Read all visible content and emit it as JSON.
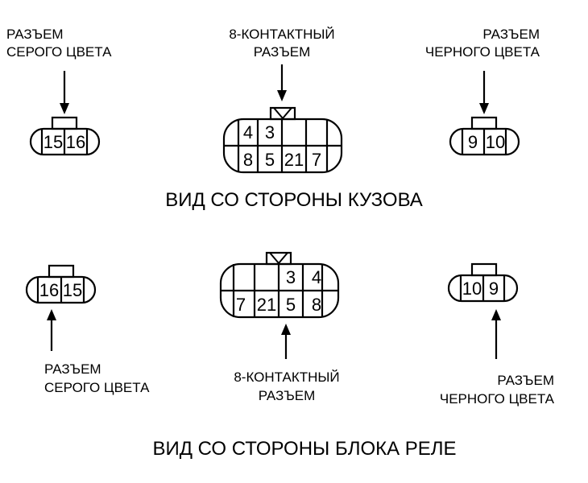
{
  "body_view": {
    "caption": "ВИД СО СТОРОНЫ КУЗОВА",
    "gray": {
      "label_line1": "РАЗЪЕМ",
      "label_line2": "СЕРОГО ЦВЕТА",
      "pins": [
        "15",
        "16"
      ]
    },
    "eight": {
      "label_line1": "8-КОНТАКТНЫЙ",
      "label_line2": "РАЗЪЕМ",
      "top_pins": [
        "4",
        "3",
        "",
        ""
      ],
      "bottom_pins": [
        "8",
        "5",
        "21",
        "7"
      ]
    },
    "black": {
      "label_line1": "РАЗЪЕМ",
      "label_line2": "ЧЕРНОГО ЦВЕТА",
      "pins": [
        "9",
        "10"
      ]
    }
  },
  "relay_view": {
    "caption": "ВИД СО СТОРОНЫ БЛОКА РЕЛЕ",
    "gray": {
      "label_line1": "РАЗЪЕМ",
      "label_line2": "СЕРОГО ЦВЕТА",
      "pins": [
        "16",
        "15"
      ]
    },
    "eight": {
      "label_line1": "8-КОНТАКТНЫЙ",
      "label_line2": "РАЗЪЕМ",
      "top_pins": [
        "",
        "",
        "3",
        "4"
      ],
      "bottom_pins": [
        "7",
        "21",
        "5",
        "8"
      ]
    },
    "black": {
      "label_line1": "РАЗЪЕМ",
      "label_line2": "ЧЕРНОГО ЦВЕТА",
      "pins": [
        "10",
        "9"
      ]
    }
  }
}
